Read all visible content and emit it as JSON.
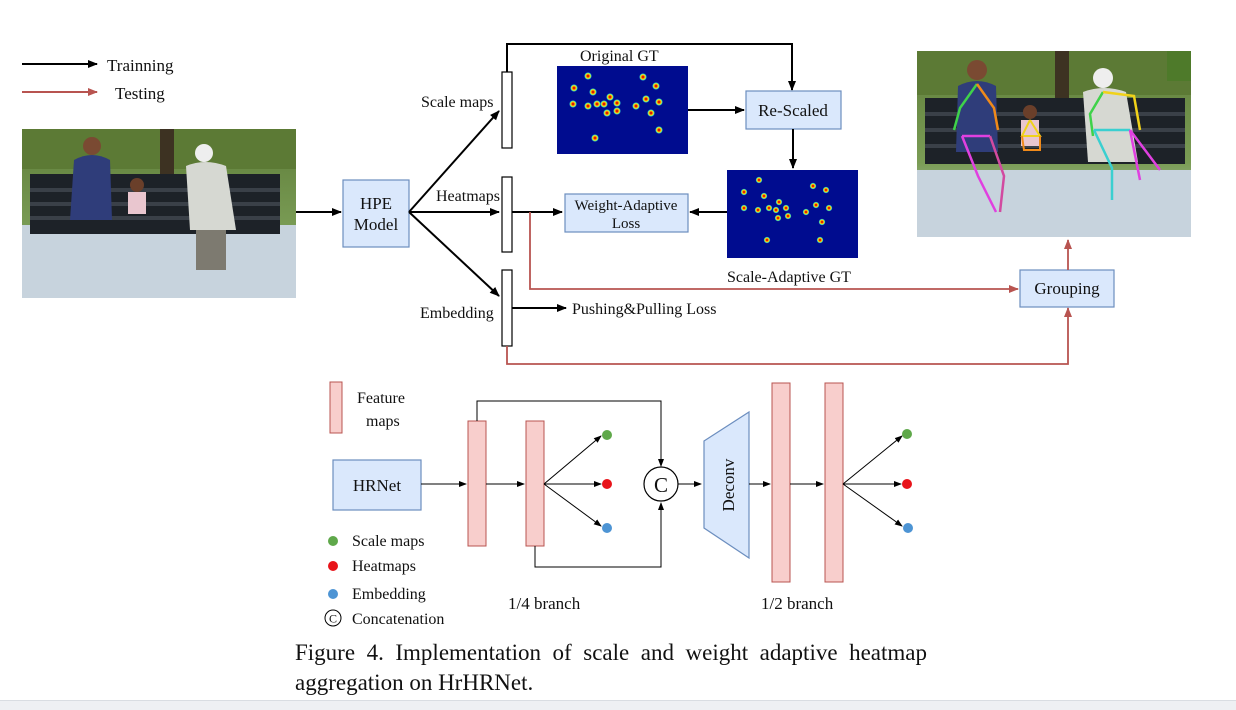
{
  "legend": {
    "training_label": "Trainning",
    "testing_label": "Testing",
    "training_color": "#000000",
    "testing_color": "#b85450"
  },
  "pipeline": {
    "hpe_model_line1": "HPE",
    "hpe_model_line2": "Model",
    "scale_maps_label": "Scale maps",
    "heatmaps_label": "Heatmaps",
    "embedding_label": "Embedding",
    "original_gt_label": "Original GT",
    "rescaled_label": "Re-Scaled",
    "weight_adaptive_line1": "Weight-Adaptive",
    "weight_adaptive_line2": "Loss",
    "scale_adaptive_gt_label": "Scale-Adaptive GT",
    "pushing_pulling_label": "Pushing&Pulling Loss",
    "grouping_label": "Grouping",
    "box_fill": "#dae8fc",
    "box_stroke": "#6c8ebf"
  },
  "architecture": {
    "feature_maps_line1": "Feature",
    "feature_maps_line2": "maps",
    "hrnet_label": "HRNet",
    "concat_symbol": "C",
    "deconv_label": "Deconv",
    "quarter_branch_label": "1/4 branch",
    "half_branch_label": "1/2 branch",
    "feature_fill": "#f8cecc",
    "feature_stroke": "#b85450"
  },
  "outputs_legend": {
    "scale_maps_label": "Scale maps",
    "heatmaps_label": "Heatmaps",
    "embedding_label": "Embedding",
    "concatenation_label": "Concatenation",
    "scale_maps_color": "#5fa84a",
    "heatmaps_color": "#e8141a",
    "embedding_color": "#4d94d4"
  },
  "caption": "Figure 4. Implementation of scale and weight adaptive heatmap aggregation on HrHRNet."
}
